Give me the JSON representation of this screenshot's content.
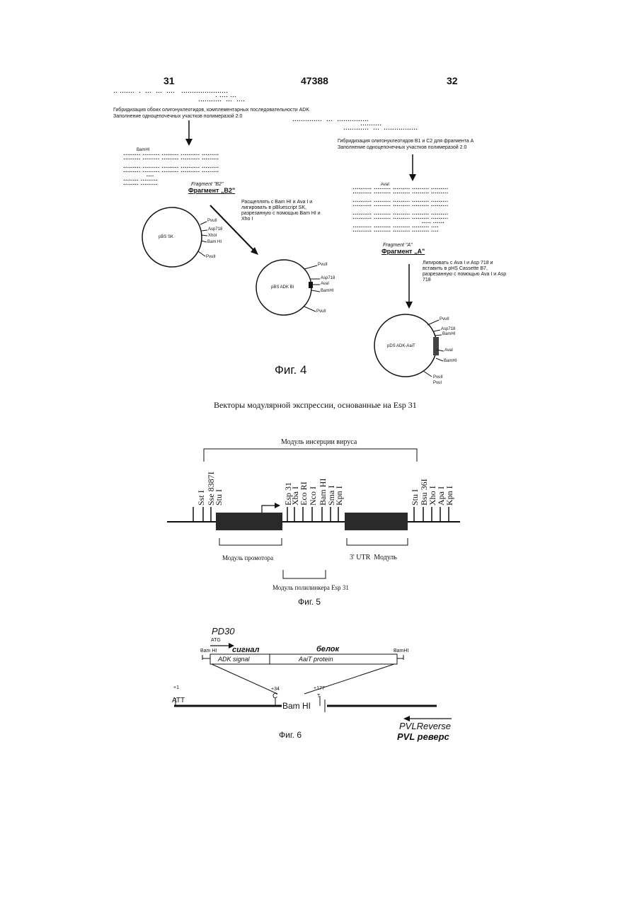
{
  "header": {
    "left_page": "31",
    "patent_number": "47388",
    "right_page": "32"
  },
  "fig4": {
    "hybridization_left_line1": "Гибридизация обоих олигонуклеотидов, комплементарных последовательности ADK",
    "hybridization_left_line2": "Заполнение одноцепочечных участков полимеразой 2.0",
    "hybridization_right_line1": "Гибридизация олигонуклеотидов B1 и C2 для фрагмента A",
    "hybridization_right_line2": "Заполнение одноцепочечных участков полимеразой 2.0",
    "bamhi_label": "BamHI",
    "avai_label": "AvaI",
    "fragment_b2_label": "Fragment \"B2\"",
    "fragment_b2_ru": "Фрагмент „B2\"",
    "fragment_a_label": "Fragment \"A\"",
    "fragment_a_ru": "Фрагмент „A\"",
    "digest_b_text": "Расщеплять с Bam HI и Ava I и лигировать в pBluescript SK, разрезанную с помощью Bam HI и Xho I",
    "digest_a_text": "Лигировать с Ava I и Asp 718 и вставить в pHS Cassette B7, разрезанную с помощью Ava I и Asp 718",
    "plasmid1": {
      "name": "pBS SK",
      "sites": [
        "PvuII",
        "Asp718",
        "XhoI",
        "Bam HI",
        "PvuII"
      ]
    },
    "plasmid2": {
      "name": "pBS ADK BI",
      "sites": [
        "PvuII",
        "Asp718",
        "AvaI",
        "BamHI",
        "PvuII"
      ]
    },
    "plasmid3": {
      "name": "pDS ADK-AaiT",
      "sites": [
        "PvuII",
        "Asp718",
        "BamHI",
        "AvaI",
        "BamHI",
        "PvuII",
        "PvuI"
      ]
    },
    "caption": "Фиг. 4"
  },
  "fig5": {
    "title": "Векторы модулярной экспрессии, основанные на Esp 31",
    "insertion_label": "Модуль инсерции вируса",
    "left_sites": [
      "Sst I",
      "Sse 8387I",
      "Stu I"
    ],
    "mid_sites": [
      "Esp 31",
      "Xba I",
      "Eco RI",
      "Nco I",
      "Bam HI",
      "Sma I",
      "Kpn I"
    ],
    "right_sites": [
      "Stu I",
      "Bsu 36I",
      "Xho I",
      "Apa I",
      "Kpn I"
    ],
    "promoter_label": "Модуль промотора",
    "utr_label": "3' UTR  Модуль",
    "polylinker_label": "Модуль полилинкера Esp 31",
    "caption": "Фиг. 5"
  },
  "fig6": {
    "pd30": "PD30",
    "atg": "ATG",
    "bam_left": "Bam HI",
    "bam_right": "BamHI",
    "signal_ru": "сигнал",
    "protein_ru": "белок",
    "adk_signal": "ADK signal",
    "aait_protein": "AaiT protein",
    "plus1": "+1",
    "att": "ATT",
    "plus34": "+34",
    "c_letter": "C",
    "plus177": "+177",
    "t_letter": "T",
    "bam_mid": "Bam HI",
    "pvl_reverse": "PVLReverse",
    "pvl_reverse_ru": "PVL реверс",
    "caption": "Фиг. 6"
  }
}
